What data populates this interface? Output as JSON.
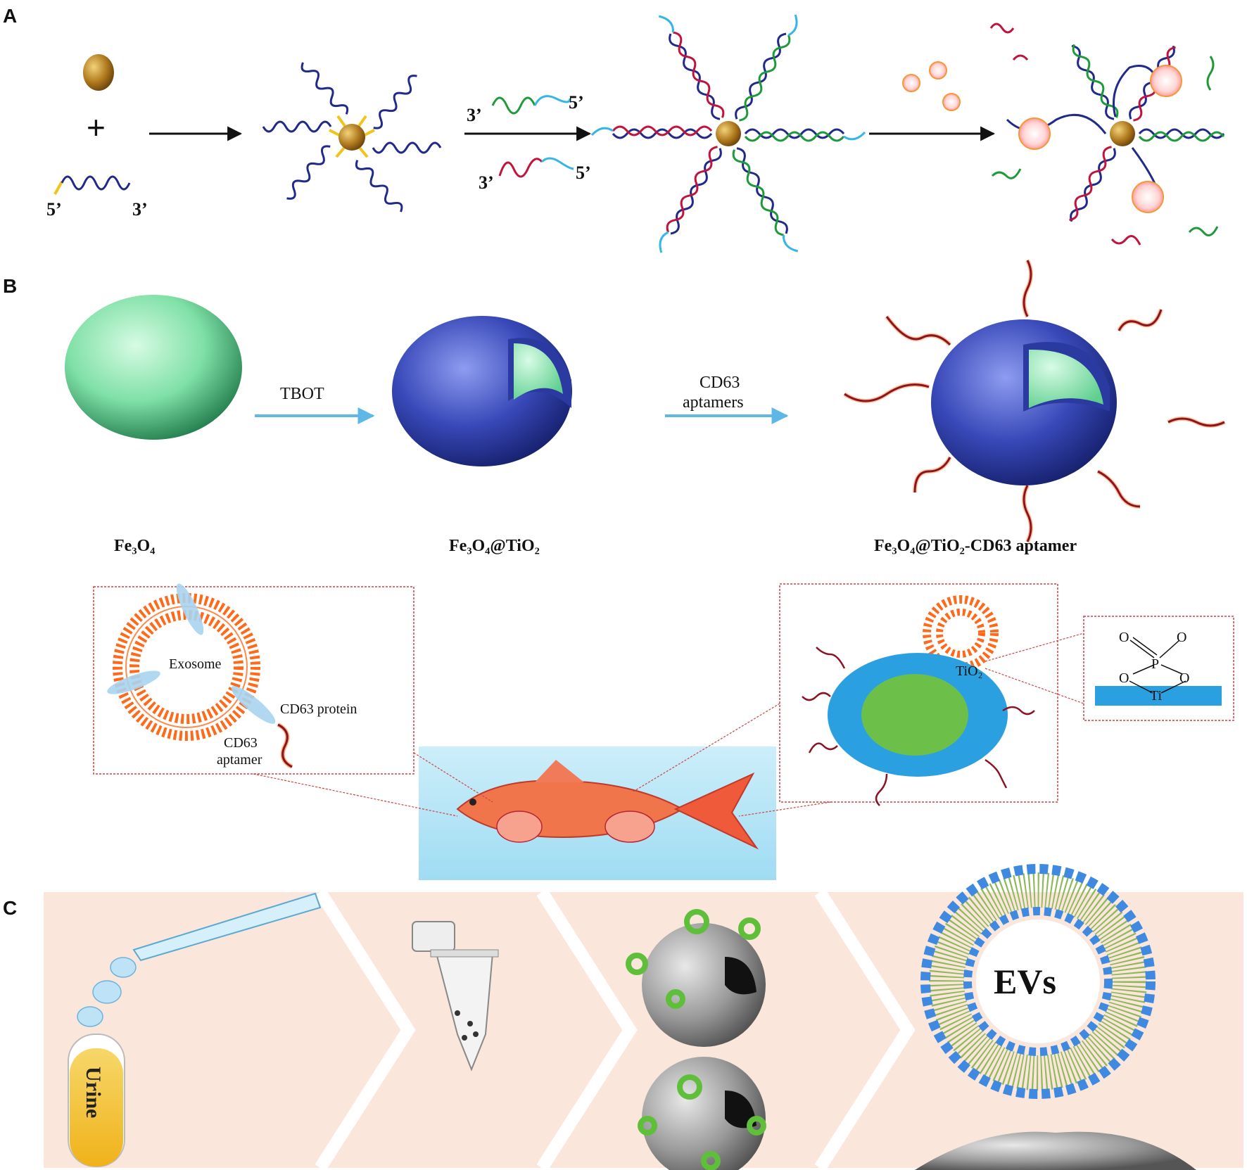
{
  "panels": {
    "a": "A",
    "b": "B",
    "c": "C"
  },
  "a": {
    "plus": "+",
    "probe_5": "5’",
    "probe_3": "3’",
    "green_3": "3’",
    "green_5": "5’",
    "red_3": "3’",
    "red_5": "5’"
  },
  "b": {
    "arrow1_label": "TBOT",
    "arrow2_label_line1": "CD63",
    "arrow2_label_line2": "aptamers",
    "cap_core": "Fe₃O₄",
    "cap_shell": "Fe₃O₄@TiO₂",
    "cap_conj": "Fe₃O₄@TiO₂-CD63  aptamer",
    "exosome": "Exosome",
    "cd63_protein": "CD63 protein",
    "cd63_aptamer_1": "CD63",
    "cd63_aptamer_2": "aptamer",
    "tio2": "TiO₂",
    "chem_o1": "O",
    "chem_o2": "O",
    "chem_p": "P",
    "chem_o3": "O",
    "chem_o4": "O",
    "chem_ti": "Ti"
  },
  "c": {
    "tube_label": "Urine",
    "evs_label": "EVs"
  },
  "colors": {
    "gold": "#b07a1e",
    "strand_blue": "#1f2a8a",
    "strand_green": "#1f9a3a",
    "strand_red": "#c0143c",
    "strand_cyan": "#35b6e6",
    "linker_yellow": "#f0c419",
    "core_green": "#7fe0a6",
    "shell_blue": "#3848b8",
    "exo_orange": "#ff6a1a",
    "panel_c_bg": "#fbe6dc"
  }
}
